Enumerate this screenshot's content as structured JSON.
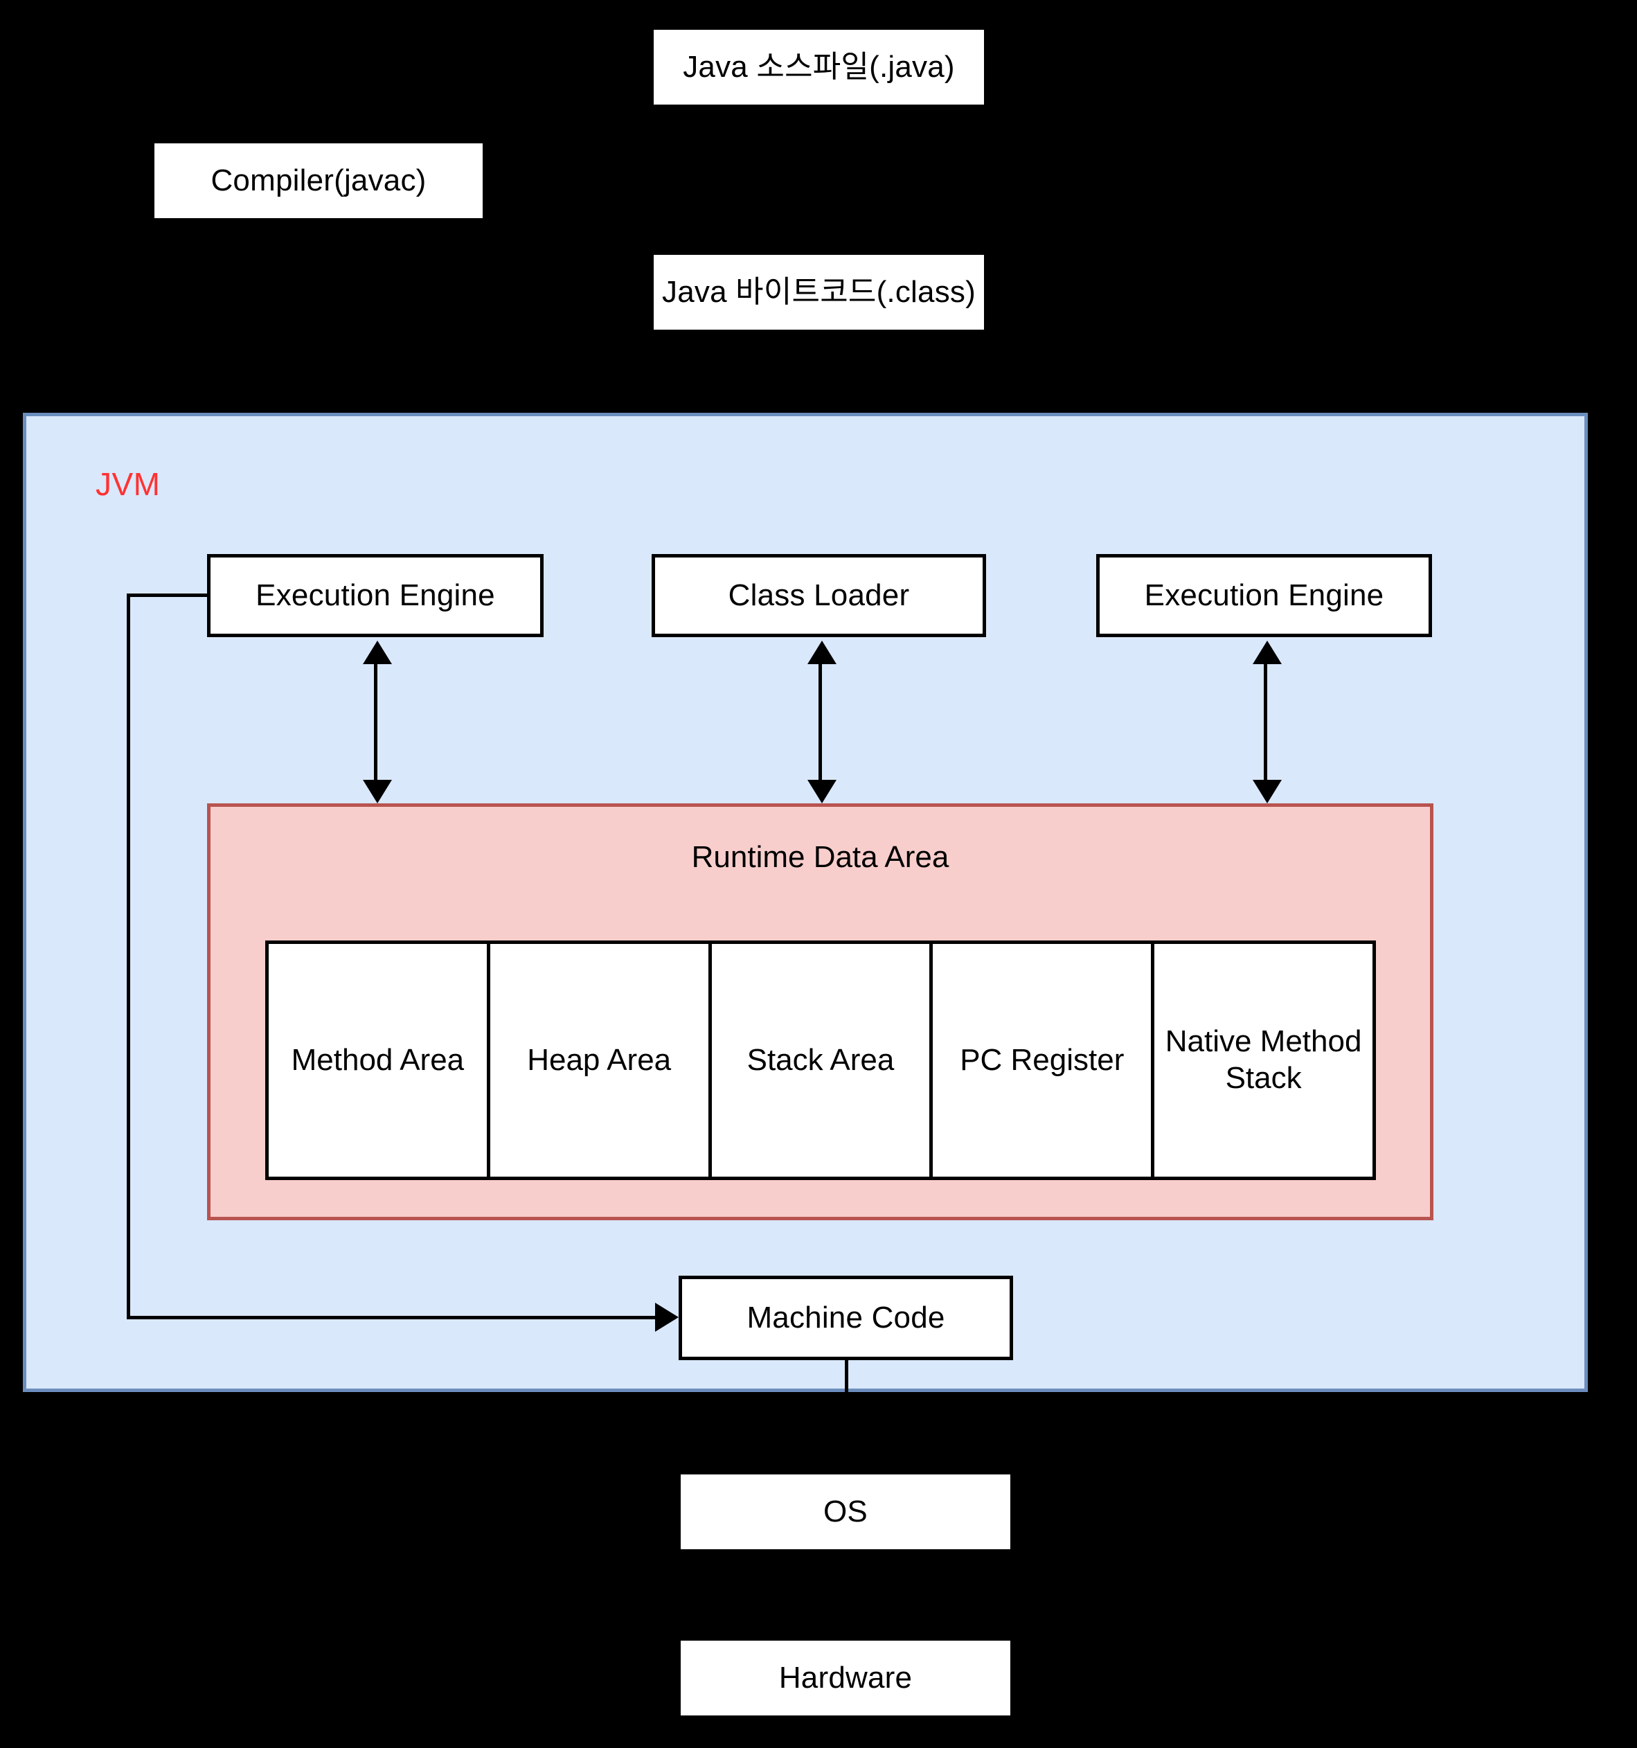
{
  "diagram": {
    "title_boxes": {
      "source_file": "Java 소스파일(.java)",
      "compiler": "Compiler(javac)",
      "bytecode": "Java 바이트코드(.class)"
    },
    "jvm": {
      "label": "JVM",
      "label_color": "#ff3333",
      "fill_color": "#dae8fc",
      "border_color": "#6c8ebf",
      "components": [
        {
          "label": "Execution Engine",
          "position": "left"
        },
        {
          "label": "Class Loader",
          "position": "center"
        },
        {
          "label": "Execution Engine",
          "position": "right"
        }
      ],
      "runtime_data_area": {
        "label": "Runtime Data Area",
        "fill_color": "#f8cecc",
        "border_color": "#b85450",
        "cells": [
          "Method Area",
          "Heap Area",
          "Stack Area",
          "PC Register",
          "Native Method Stack"
        ]
      },
      "machine_code": "Machine Code"
    },
    "platform": {
      "os": "OS",
      "hardware": "Hardware"
    },
    "background_color": "#000000"
  }
}
